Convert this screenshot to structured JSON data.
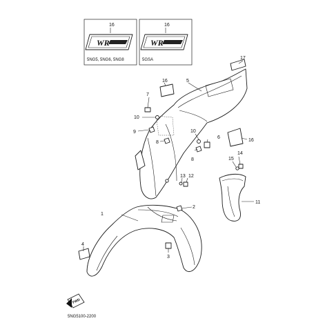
{
  "insets": [
    {
      "number": "16",
      "logo_text": "WR",
      "models": "5NG5, 5NG6, 5NG8"
    },
    {
      "number": "16",
      "logo_text": "WR",
      "models": "5GSA"
    }
  ],
  "callouts": [
    "1",
    "2",
    "3",
    "4",
    "5",
    "6",
    "7",
    "8",
    "9",
    "10",
    "11",
    "12",
    "13",
    "14",
    "15",
    "16",
    "17"
  ],
  "fwd_label": "FWD",
  "diagram_code": "5NG5100-2200"
}
